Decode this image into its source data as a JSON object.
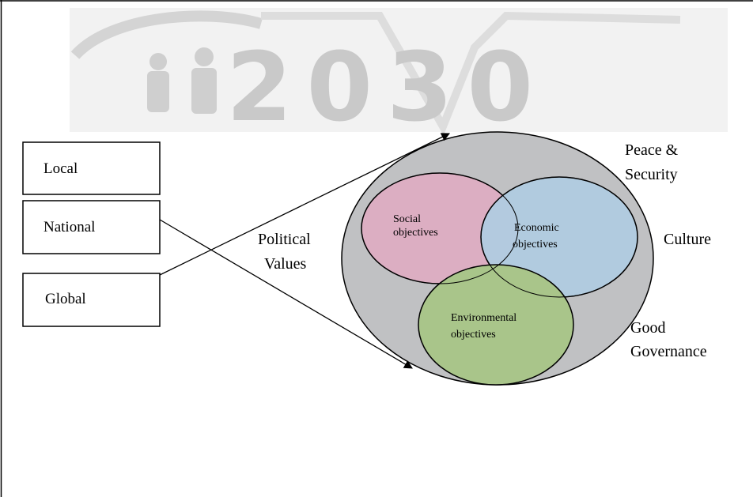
{
  "watermark": {
    "text": "2030",
    "color": "#c9c9c9"
  },
  "level_boxes": [
    {
      "label": "Local"
    },
    {
      "label": "National"
    },
    {
      "label": "Global"
    }
  ],
  "middle_label": {
    "line1": "Political",
    "line2": "Values"
  },
  "circles": {
    "social": {
      "line1": "Social",
      "line2": "objectives",
      "color": "#dcaec2"
    },
    "economic": {
      "line1": "Economic",
      "line2": "objectives",
      "color": "#b0cbe0"
    },
    "environmental": {
      "line1": "Environmental",
      "line2": "objectives",
      "color": "#a9c58a"
    }
  },
  "outer_ellipse": {
    "color": "#c0c1c3"
  },
  "outer_labels": {
    "peace": {
      "line1": "Peace &",
      "line2": "Security"
    },
    "culture": {
      "line1": "Culture"
    },
    "governance": {
      "line1": "Good",
      "line2": "Governance"
    }
  }
}
